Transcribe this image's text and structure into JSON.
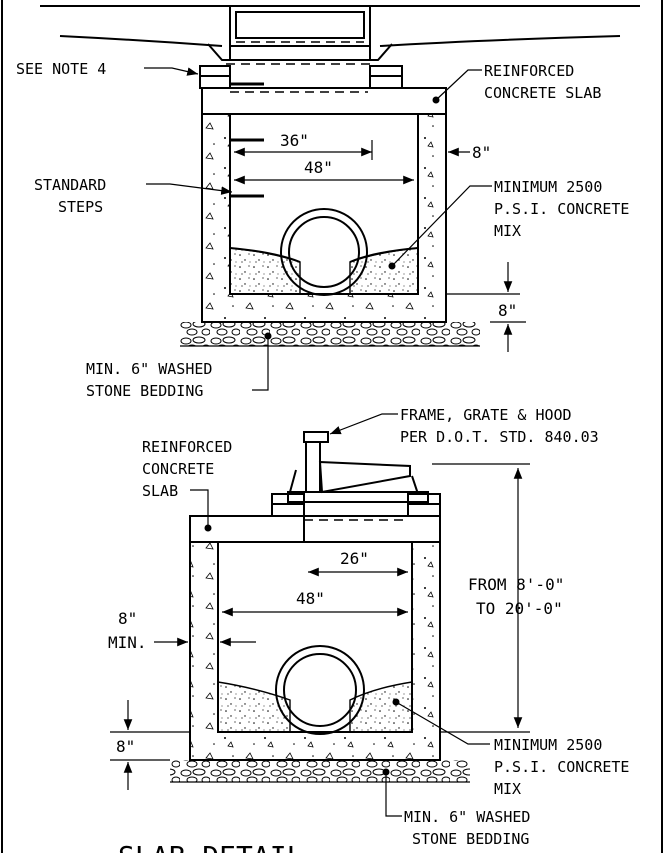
{
  "top_detail": {
    "see_note": "SEE NOTE 4",
    "reinforced_slab": [
      "REINFORCED",
      "CONCRETE SLAB"
    ],
    "dim_36": "36\"",
    "dim_48": "48\"",
    "dim_8_wall": "8\"",
    "standard_steps": [
      "STANDARD",
      "STEPS"
    ],
    "concrete_mix": [
      "MINIMUM 2500",
      "P.S.I. CONCRETE",
      "MIX"
    ],
    "dim_8_base": "8\"",
    "bedding": [
      "MIN. 6\" WASHED",
      "STONE BEDDING"
    ]
  },
  "bottom_detail": {
    "frame_grate": [
      "FRAME, GRATE & HOOD",
      "PER D.O.T. STD. 840.03"
    ],
    "reinforced_slab": [
      "REINFORCED",
      "CONCRETE",
      "SLAB"
    ],
    "dim_26": "26\"",
    "depth_range": [
      "FROM 8'-0\"",
      "TO 20'-0\""
    ],
    "dim_48": "48\"",
    "dim_8_min": [
      "8\"",
      "MIN."
    ],
    "dim_8_base": "8\"",
    "concrete_mix": [
      "MINIMUM 2500",
      "P.S.I. CONCRETE",
      "MIX"
    ],
    "bedding": [
      "MIN. 6\" WASHED",
      "STONE BEDDING"
    ]
  },
  "page_title": "SLAB DETAIL"
}
